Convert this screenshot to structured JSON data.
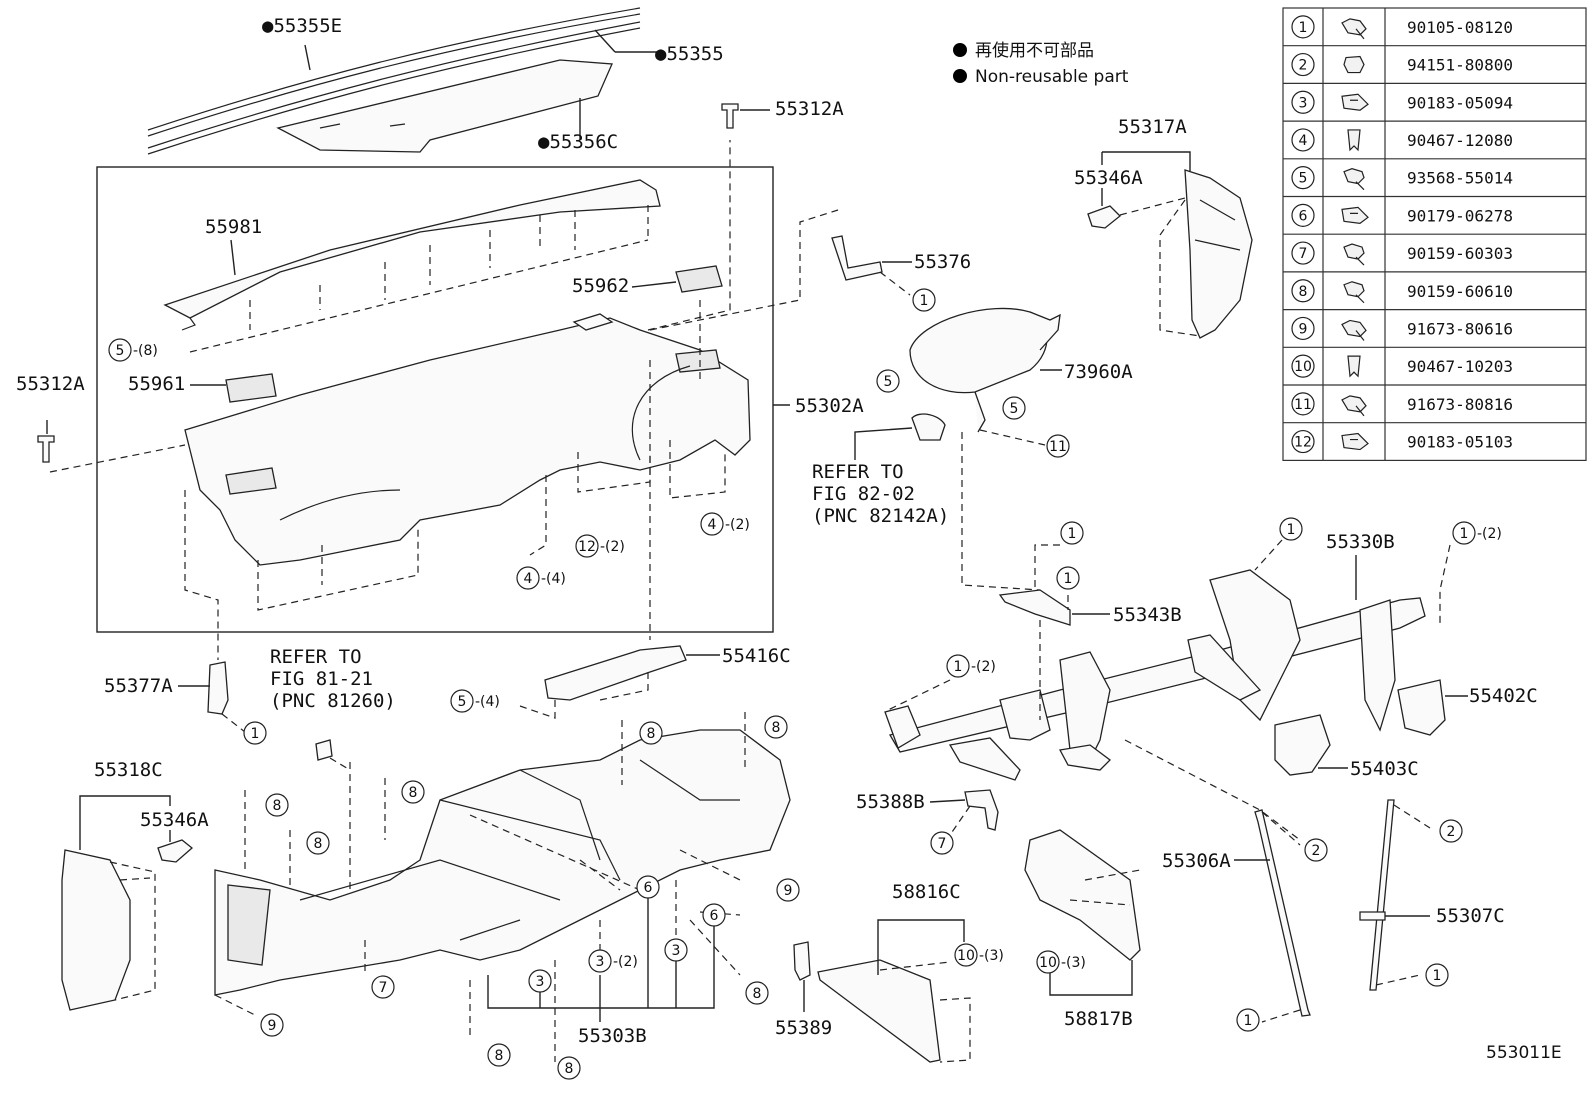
{
  "legend": {
    "line1": "再使用不可部品",
    "line2": "Non-reusable part"
  },
  "parts": {
    "p55355E": "●55355E",
    "p55355": "●55355",
    "p55356C": "●55356C",
    "p55312A_top": "55312A",
    "p55312A_left": "55312A",
    "p55981": "55981",
    "p55962": "55962",
    "p55961": "55961",
    "p55302A": "55302A",
    "p55376": "55376",
    "p73960A": "73960A",
    "p55317A": "55317A",
    "p55346A_top": "55346A",
    "p55343B": "55343B",
    "p55330B": "55330B",
    "p55402C": "55402C",
    "p55403C": "55403C",
    "p55416C": "55416C",
    "p55377A": "55377A",
    "p55318C": "55318C",
    "p55346A_low": "55346A",
    "p55303B": "55303B",
    "p55388B": "55388B",
    "p58816C": "58816C",
    "p58817B": "58817B",
    "p55389": "55389",
    "p55306A": "55306A",
    "p55307C": "55307C",
    "fig": "553011E"
  },
  "refs": {
    "ref1_l1": "REFER TO",
    "ref1_l2": "FIG 82-02",
    "ref1_l3": "(PNC 82142A)",
    "ref2_l1": "REFER TO",
    "ref2_l2": "FIG 81-21",
    "ref2_l3": "(PNC 81260)"
  },
  "qty": {
    "q5_8": "-(8)",
    "q12_2": "-(2)",
    "q4_2": "-(2)",
    "q4_4": "-(4)",
    "q5_4": "-(4)",
    "q1_2a": "-(2)",
    "q1_2b": "-(2)",
    "q3_2": "-(2)",
    "q10_3a": "-(3)",
    "q10_3b": "-(3)"
  },
  "fasteners": [
    {
      "no": "1",
      "part": "90105-08120",
      "icon": "bolt-washer-icon"
    },
    {
      "no": "2",
      "part": "94151-80800",
      "icon": "nut-icon"
    },
    {
      "no": "3",
      "part": "90183-05094",
      "icon": "clip-nut-icon"
    },
    {
      "no": "4",
      "part": "90467-12080",
      "icon": "push-clip-icon"
    },
    {
      "no": "5",
      "part": "93568-55014",
      "icon": "screw-icon"
    },
    {
      "no": "6",
      "part": "90179-06278",
      "icon": "clip-nut-icon"
    },
    {
      "no": "7",
      "part": "90159-60303",
      "icon": "screw-icon"
    },
    {
      "no": "8",
      "part": "90159-60610",
      "icon": "screw-icon"
    },
    {
      "no": "9",
      "part": "91673-80616",
      "icon": "bolt-washer-icon"
    },
    {
      "no": "10",
      "part": "90467-10203",
      "icon": "push-clip-icon"
    },
    {
      "no": "11",
      "part": "91673-80816",
      "icon": "bolt-washer-icon"
    },
    {
      "no": "12",
      "part": "90183-05103",
      "icon": "clip-nut-icon"
    }
  ],
  "callouts": {
    "c5_a": "5",
    "c12": "12",
    "c4_a": "4",
    "c4_b": "4",
    "c1_a": "1",
    "c5_b": "5",
    "c5_c": "5",
    "c11": "11",
    "c1_b": "1",
    "c1_c": "1",
    "c1_d": "1",
    "c1_e": "1",
    "c1_f": "1",
    "c5_d": "5",
    "c8_a": "8",
    "c8_b": "8",
    "c8_c": "8",
    "c8_d": "8",
    "c8_e": "8",
    "c9_a": "9",
    "c9_b": "9",
    "c6_a": "6",
    "c6_b": "6",
    "c3_a": "3",
    "c3_b": "3",
    "c3_c": "3",
    "c7_a": "7",
    "c7_b": "7",
    "c8_f": "8",
    "c8_g": "8",
    "c8_h": "8",
    "c1_g": "1",
    "c10_a": "10",
    "c10_b": "10",
    "c2_a": "2",
    "c2_b": "2",
    "c1_h": "1",
    "c1_i": "1"
  }
}
